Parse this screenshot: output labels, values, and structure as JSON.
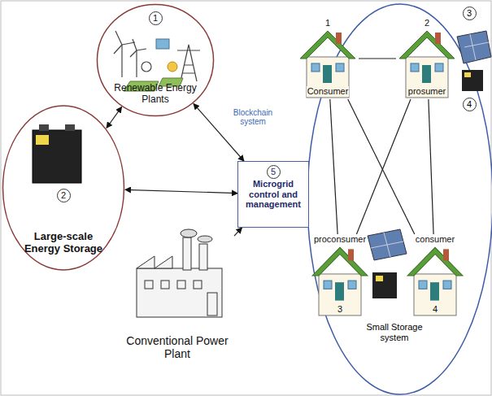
{
  "diagram": {
    "nodes": [
      {
        "text": [
          "1",
          "Renewable Energy Plants"
        ]
      },
      {
        "text": [
          "2",
          "Large-scale Energy Storage"
        ]
      },
      {
        "text": [
          "5",
          "Microgrid control and management"
        ]
      },
      {
        "text": [
          "Conventional Power Plant"
        ]
      },
      {
        "text": [
          "1",
          "Consumer"
        ]
      },
      {
        "text": [
          "2",
          "prosumer"
        ]
      },
      {
        "text": [
          "proconsumer",
          "3"
        ]
      },
      {
        "text": [
          "consumer",
          "4"
        ]
      }
    ],
    "edges": [
      {
        "from": 1,
        "to": 0,
        "arrow": "both"
      },
      {
        "from": 0,
        "to": 2,
        "label": "Blockchain system",
        "arrow": "both"
      },
      {
        "from": 1,
        "to": 2,
        "arrow": "both"
      },
      {
        "from": 3,
        "to": 2,
        "arrow": "to"
      },
      {
        "from": 4,
        "to": 5,
        "arrow": "none"
      },
      {
        "from": 4,
        "to": 6,
        "arrow": "none"
      },
      {
        "from": 4,
        "to": 7,
        "arrow": "none"
      },
      {
        "from": 5,
        "to": 6,
        "arrow": "none"
      },
      {
        "from": 5,
        "to": 7,
        "arrow": "none"
      }
    ],
    "labels": [
      "3",
      "4",
      "Small Storage system"
    ]
  }
}
